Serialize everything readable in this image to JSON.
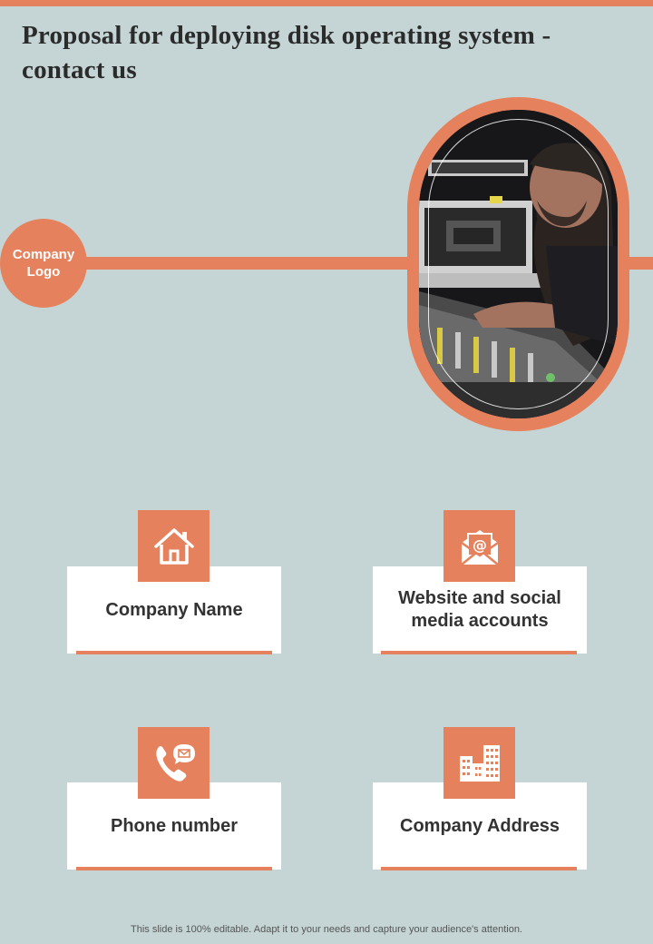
{
  "slide": {
    "title": "Proposal for deploying disk operating system - contact us",
    "logo_label": "Company Logo",
    "footer": "This slide is 100% editable. Adapt it to your needs and capture your audience's attention."
  },
  "cards": [
    {
      "label": "Company Name",
      "icon": "home-icon"
    },
    {
      "label": "Website and social media accounts",
      "icon": "email-at-icon"
    },
    {
      "label": "Phone number",
      "icon": "phone-message-icon"
    },
    {
      "label": "Company Address",
      "icon": "buildings-icon"
    }
  ],
  "colors": {
    "accent": "#e5825d",
    "background": "#c5d5d5",
    "card": "#ffffff",
    "text": "#2f2f2f"
  }
}
